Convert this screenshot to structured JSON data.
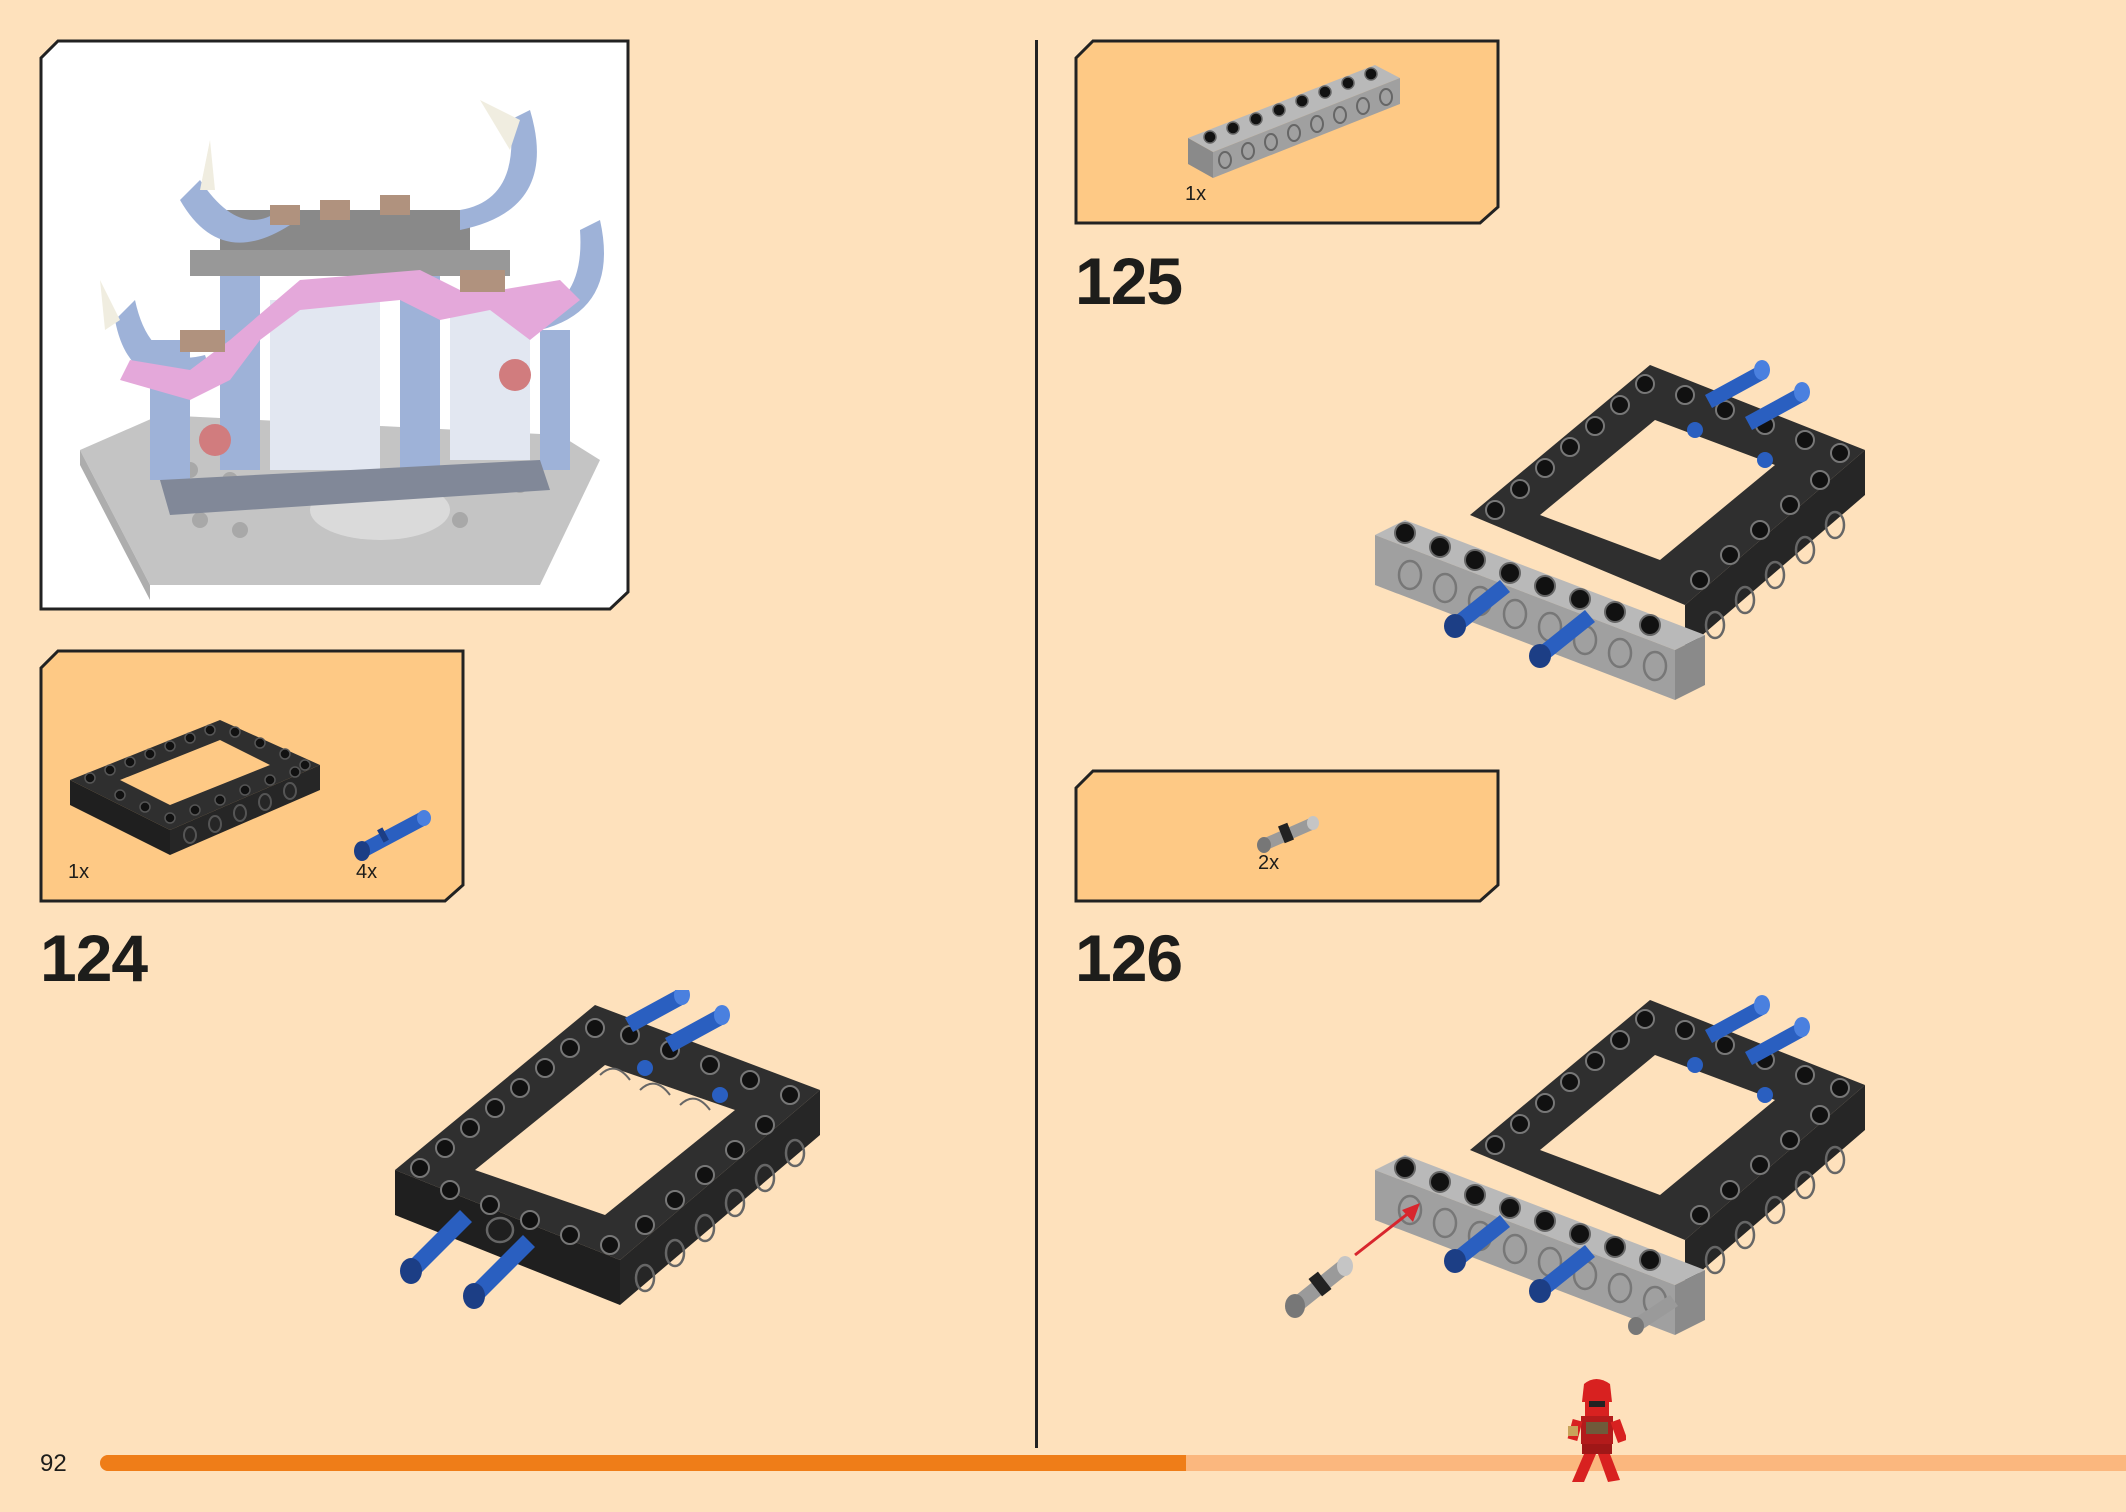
{
  "page": {
    "number": "92",
    "progress": 0.536
  },
  "steps": [
    {
      "number": "124",
      "parts": [
        {
          "part": "black-technic-frame-5x7",
          "qty": "1x"
        },
        {
          "part": "blue-technic-pin",
          "qty": "4x"
        }
      ]
    },
    {
      "number": "125",
      "parts": [
        {
          "part": "grey-technic-brick-1x8",
          "qty": "1x"
        }
      ]
    },
    {
      "number": "126",
      "parts": [
        {
          "part": "grey-technic-pin",
          "qty": "2x"
        }
      ]
    }
  ],
  "colors": {
    "background": "#fee1bc",
    "parts_callout": "#fec985",
    "progress_fill": "#ef7d18",
    "progress_track": "#fbb77e",
    "brick_black": "#2f2f2f",
    "brick_grey": "#a9a9a9",
    "pin_blue": "#2a5fc0",
    "arrow_red": "#d8262d",
    "minifig_red": "#d82120"
  }
}
